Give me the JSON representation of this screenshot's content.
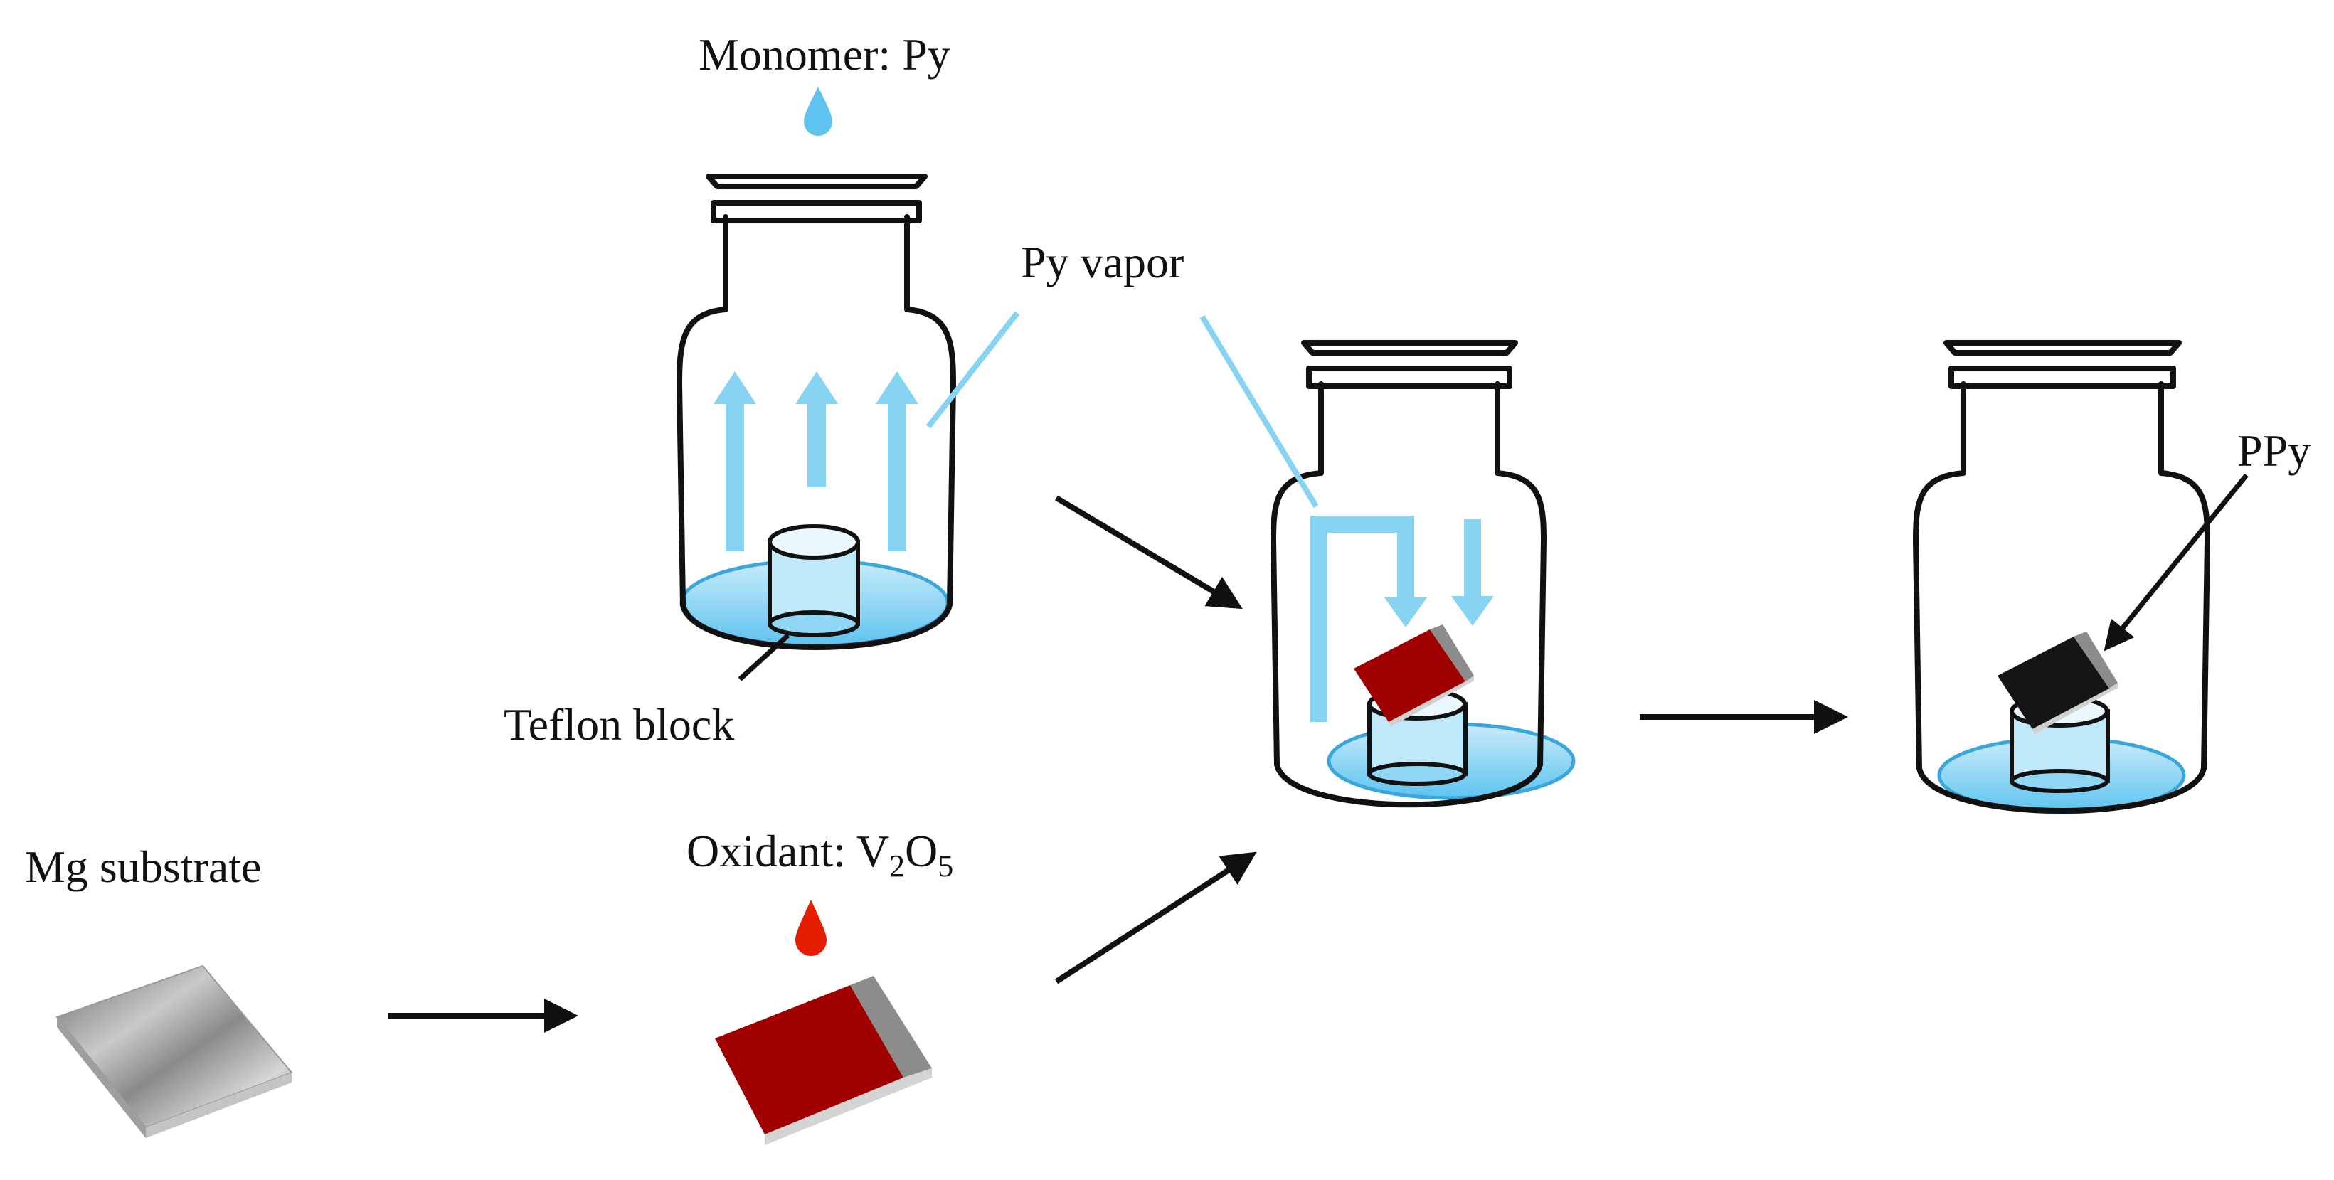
{
  "labels": {
    "monomer": "Monomer: Py",
    "py_vapor": "Py vapor",
    "teflon_block": "Teflon block",
    "mg_substrate": "Mg  substrate",
    "oxidant_prefix": "Oxidant: V",
    "oxidant_sub1": "2",
    "oxidant_mid": "O",
    "oxidant_sub2": "5",
    "ppy": "PPy"
  },
  "colors": {
    "vapor_blue": "#86d3f2",
    "liquid_blue": "#5ec3ef",
    "oxidant_red": "#a10000",
    "ppy_black": "#151515",
    "mg_silver": "#b9b9b9",
    "outline": "#111111"
  }
}
